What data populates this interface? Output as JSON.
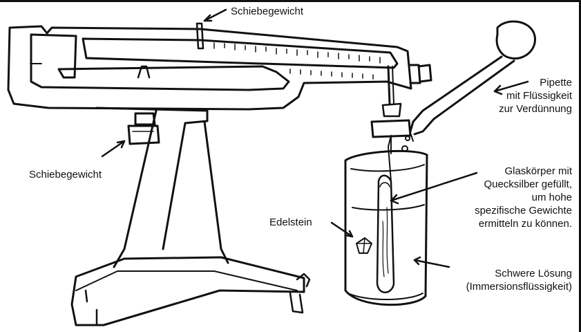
{
  "labels": {
    "slider_weight_top": "Schiebegewicht",
    "slider_weight_left": "Schiebegewicht",
    "pipette_lines": [
      "Pipette",
      "mit Flüssigkeit",
      "zur Verdünnung"
    ],
    "glass_body_lines": [
      "Glaskörper mit",
      "Quecksilber gefüllt,",
      "um hohe",
      "spezifische Gewichte",
      "ermitteln zu können."
    ],
    "gemstone": "Edelstein",
    "heavy_liquid_lines": [
      "Schwere Lösung",
      "(Immersionsflüssigkeit)"
    ]
  },
  "colors": {
    "ink": "#111111",
    "background": "#ffffff"
  }
}
